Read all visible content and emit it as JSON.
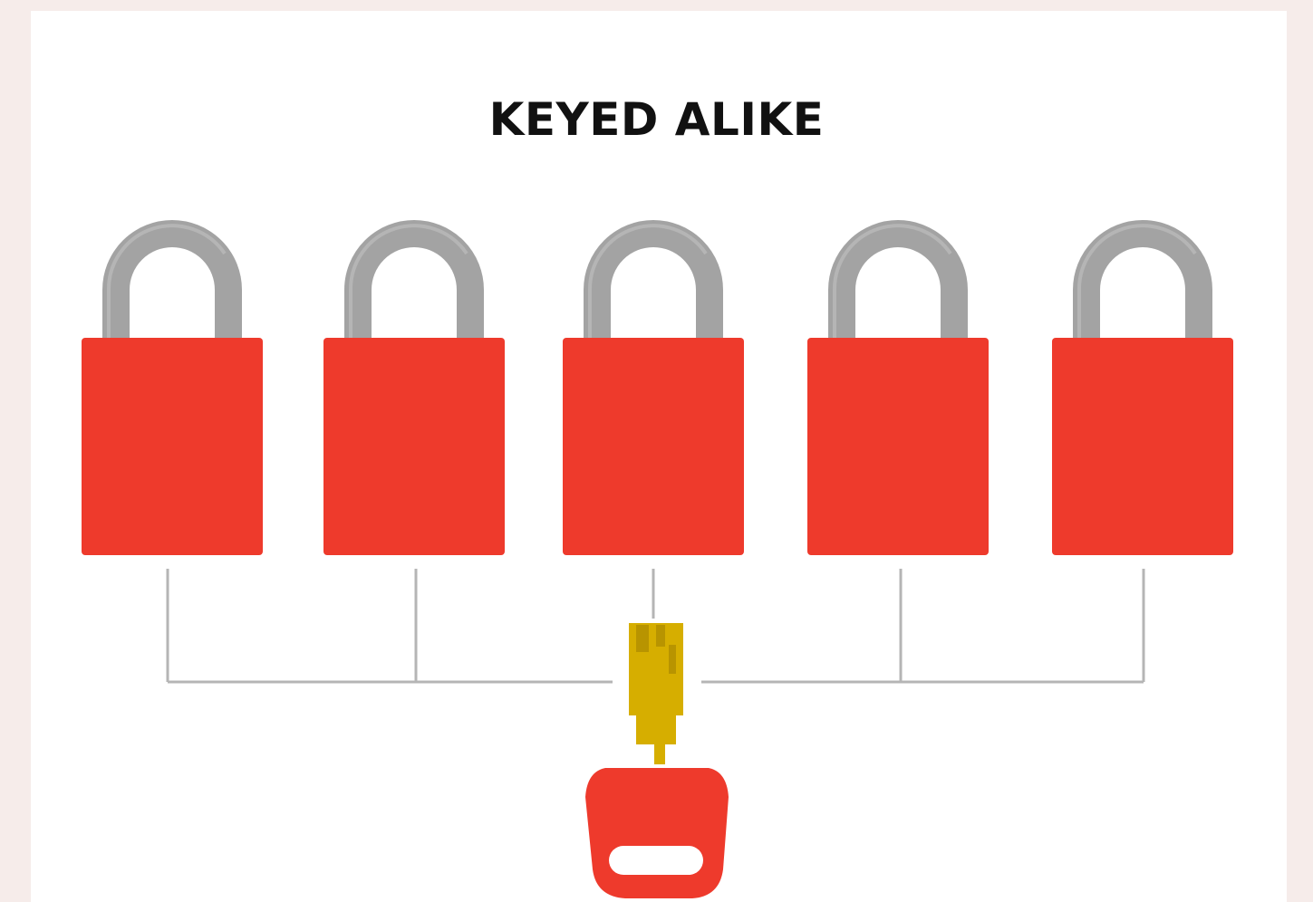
{
  "title": "KEYED ALIKE",
  "colors": {
    "page_background": "#f6ecea",
    "card_background": "#ffffff",
    "lock_body": "#ee3a2c",
    "shackle": "#a3a3a3",
    "shackle_highlight": "#b9b9b9",
    "connector": "#b5b5b5",
    "key_blade": "#d6ae00",
    "key_blade_shadow": "#b89400",
    "key_head": "#ee3a2c",
    "title_text": "#111111"
  },
  "diagram": {
    "padlocks": [
      {
        "name": "padlock-1",
        "icon": "padlock-icon"
      },
      {
        "name": "padlock-2",
        "icon": "padlock-icon"
      },
      {
        "name": "padlock-3",
        "icon": "padlock-icon"
      },
      {
        "name": "padlock-4",
        "icon": "padlock-icon"
      },
      {
        "name": "padlock-5",
        "icon": "padlock-icon"
      }
    ],
    "key": {
      "name": "key",
      "icon": "key-icon"
    }
  }
}
